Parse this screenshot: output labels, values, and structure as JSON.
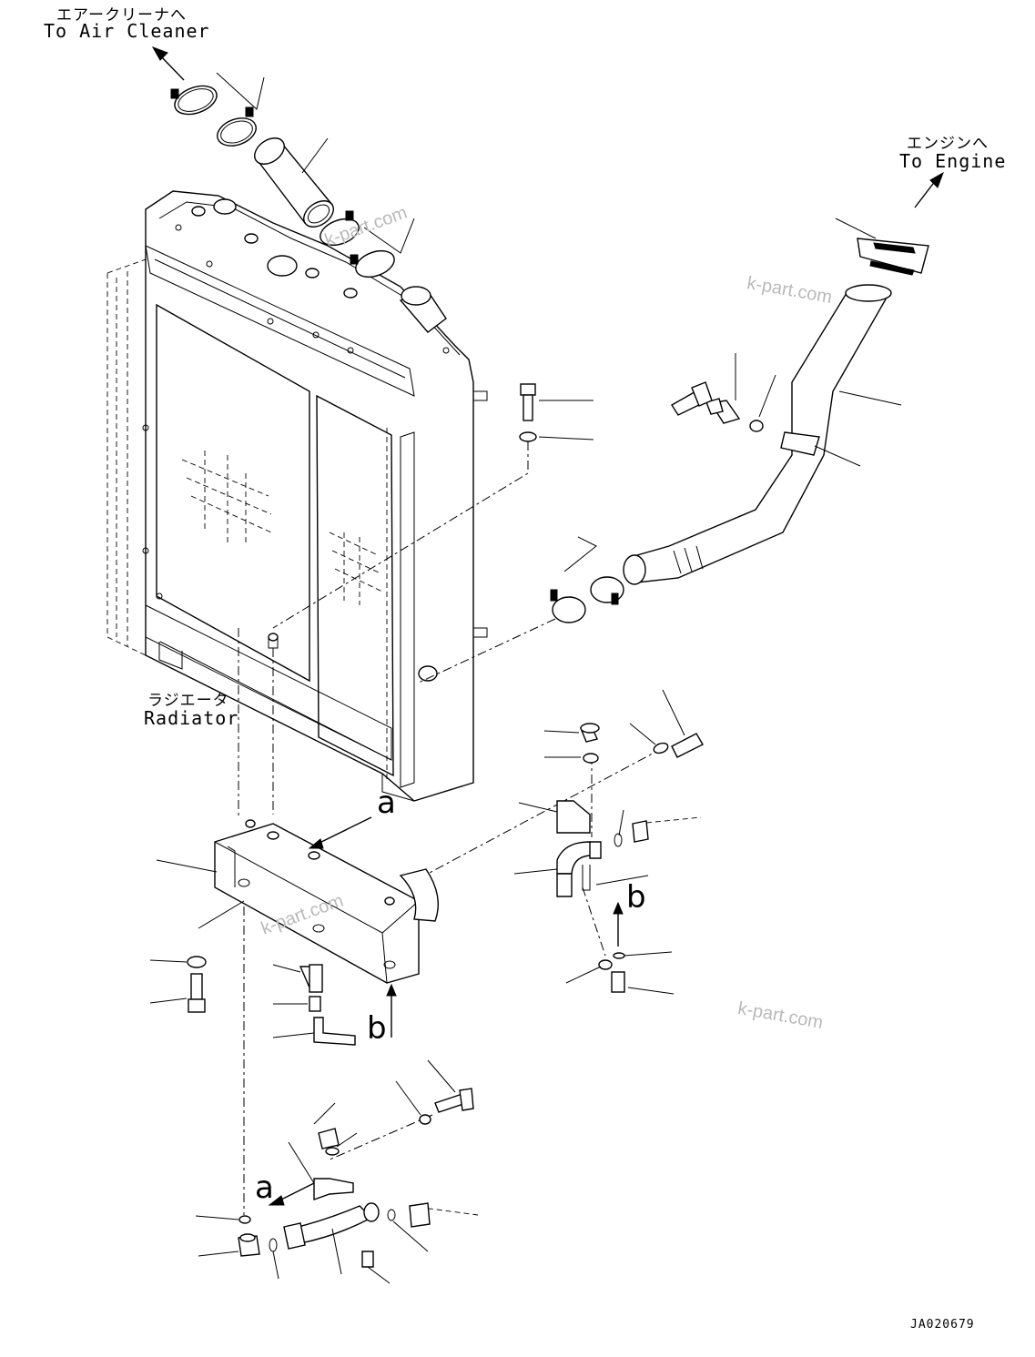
{
  "labels": {
    "air_cleaner_jp": "エアークリーナへ",
    "air_cleaner_en": "To Air Cleaner",
    "engine_jp": "エンジンへ",
    "engine_en": "To Engine",
    "radiator_jp": "ラジエータ",
    "radiator_en": "Radiator"
  },
  "callouts": {
    "a_upper": "a",
    "b_right": "b",
    "b_lower": "b",
    "a_lower": "a"
  },
  "watermarks": [
    "k-part.com",
    "k-part.com",
    "k-part.com",
    "k-part.com"
  ],
  "drawing_code": "JA020679"
}
